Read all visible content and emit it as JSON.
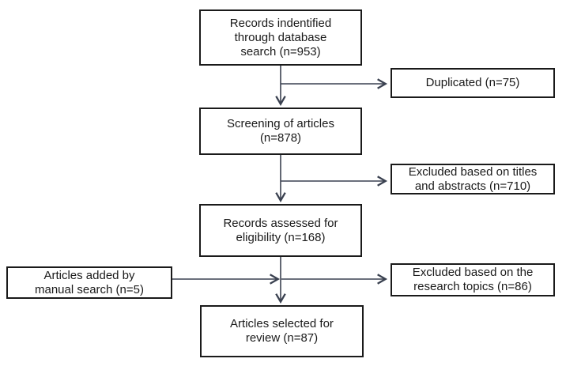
{
  "diagram": {
    "type": "flowchart",
    "description": "Literature selection flow diagram",
    "colors": {
      "background": "#ffffff",
      "box_border": "#1a1a1a",
      "box_fill": "#ffffff",
      "arrow": "#3a4150",
      "text": "#1a1a1a"
    },
    "boxes": [
      {
        "id": "identified",
        "label": "Records indentified\nthrough database\nsearch (n=953)",
        "count": 953
      },
      {
        "id": "duplicated",
        "label": "Duplicated (n=75)",
        "count": 75
      },
      {
        "id": "screening",
        "label": "Screening of articles\n(n=878)",
        "count": 878
      },
      {
        "id": "excluded_titles",
        "label": "Excluded based on titles\nand abstracts (n=710)",
        "count": 710
      },
      {
        "id": "assessed",
        "label": "Records assessed for\neligibility (n=168)",
        "count": 168
      },
      {
        "id": "manual",
        "label": "Articles added by\nmanual search (n=5)",
        "count": 5
      },
      {
        "id": "excluded_topics",
        "label": "Excluded based on the\nresearch topics (n=86)",
        "count": 86
      },
      {
        "id": "selected",
        "label": "Articles selected for\nreview (n=87)",
        "count": 87
      }
    ],
    "edges": [
      {
        "from": "identified",
        "to": "screening"
      },
      {
        "from": "identified",
        "to": "duplicated"
      },
      {
        "from": "screening",
        "to": "assessed"
      },
      {
        "from": "screening",
        "to": "excluded_titles"
      },
      {
        "from": "assessed",
        "to": "selected"
      },
      {
        "from": "assessed",
        "to": "excluded_topics"
      },
      {
        "from": "manual",
        "to": "selected"
      }
    ]
  }
}
